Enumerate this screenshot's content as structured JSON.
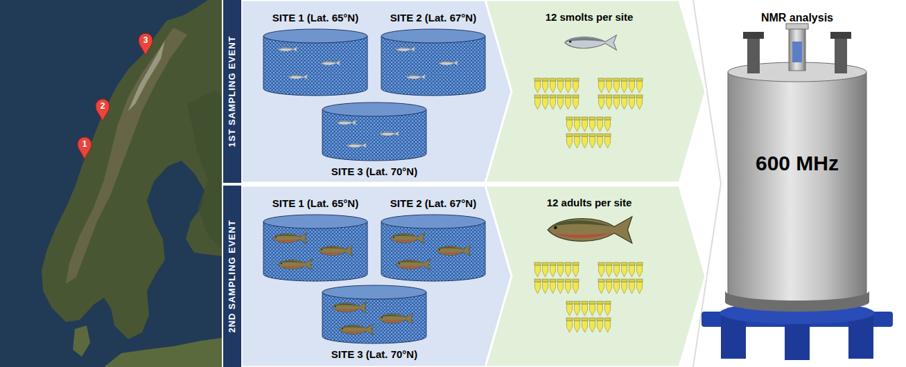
{
  "diagram": {
    "nodes": [
      {
        "text": [
          "1ST SAMPLING EVENT"
        ]
      },
      {
        "text": [
          "SITE 1 (Lat. 65°N)"
        ],
        "in": 0
      },
      {
        "text": [
          "SITE 2 (Lat. 67°N)"
        ],
        "in": 0
      },
      {
        "text": [
          "SITE 3 (Lat. 70°N)"
        ],
        "in": 0
      },
      {
        "text": [
          "12 smolts per site"
        ]
      },
      {
        "text": [
          "2ND SAMPLING EVENT"
        ]
      },
      {
        "text": [
          "SITE 1 (Lat. 65°N)"
        ],
        "in": 5
      },
      {
        "text": [
          "SITE 2 (Lat. 67°N)"
        ],
        "in": 5
      },
      {
        "text": [
          "SITE 3 (Lat. 70°N)"
        ],
        "in": 5
      },
      {
        "text": [
          "12 adults per site"
        ]
      },
      {
        "text": [
          "NMR analysis"
        ]
      },
      {
        "text": [
          "600 MHz"
        ],
        "in": 10
      }
    ],
    "labels": [
      "1",
      "2",
      "3"
    ]
  }
}
